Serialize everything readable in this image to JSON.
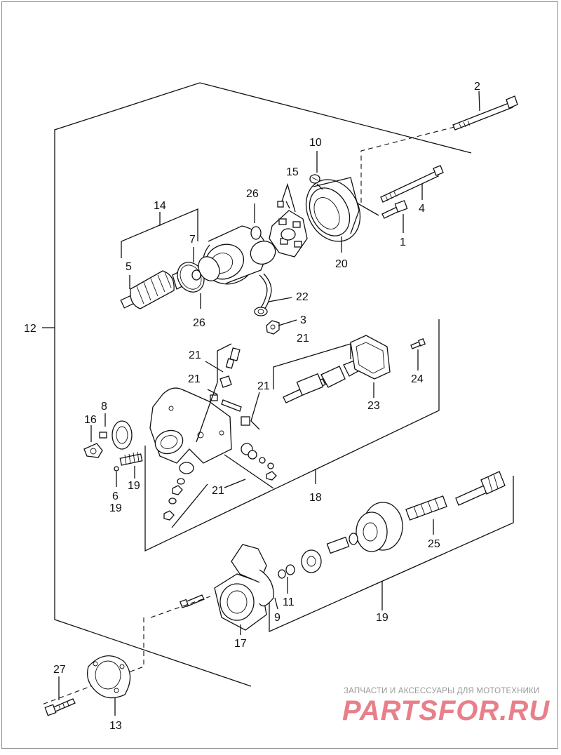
{
  "callouts": {
    "c2": "2",
    "c10": "10",
    "c15": "15",
    "c26a": "26",
    "c14": "14",
    "c4": "4",
    "c7": "7",
    "c1": "1",
    "c5": "5",
    "c20": "20",
    "c22": "22",
    "c26b": "26",
    "c3": "3",
    "c12": "12",
    "c21a": "21",
    "c21b": "21",
    "c21c": "21",
    "c21d": "21",
    "c21e": "21",
    "c24": "24",
    "c8": "8",
    "c16": "16",
    "c23": "23",
    "c19a": "19",
    "c6": "6",
    "c19b": "19",
    "c18": "18",
    "c25": "25",
    "c11": "11",
    "c9": "9",
    "c19c": "19",
    "c17": "17",
    "c27": "27",
    "c13": "13"
  },
  "watermark": {
    "caption": "ЗАПЧАСТИ И АКСЕССУАРЫ ДЛЯ МОТОТЕХНИКИ",
    "logo": "PARTSFOR.RU"
  }
}
